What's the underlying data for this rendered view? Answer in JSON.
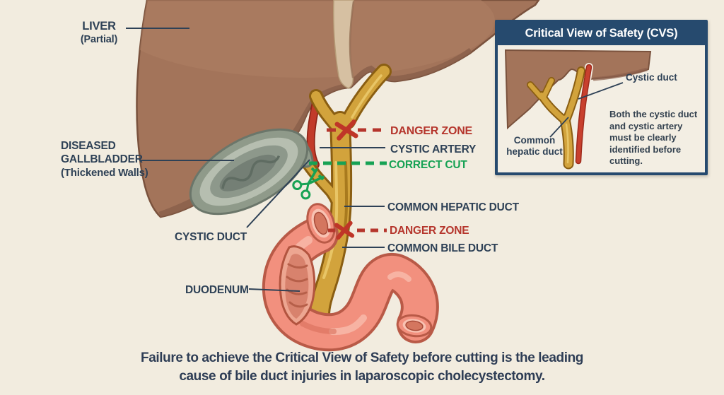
{
  "labels": {
    "liver_1": "LIVER",
    "liver_2": "(Partial)",
    "gb_1": "DISEASED",
    "gb_2": "GALLBLADDER",
    "gb_3": "(Thickened Walls)",
    "cystic_duct": "CYSTIC DUCT",
    "duodenum": "DUODENUM",
    "danger_upper": "DANGER ZONE",
    "cystic_artery": "CYSTIC ARTERY",
    "correct_cut": "CORRECT CUT",
    "common_hepatic": "COMMON HEPATIC DUCT",
    "danger_lower": "DANGER ZONE",
    "common_bile": "COMMON BILE DUCT"
  },
  "inset": {
    "title": "Critical View of Safety (CVS)",
    "cystic_duct": "Cystic duct",
    "common_hepatic": "Common hepatic duct",
    "note": "Both the cystic duct and cystic artery must be clearly identified before cutting."
  },
  "caption": {
    "line1": "Failure to achieve the Critical View of Safety before cutting is the leading",
    "line2": "cause of bile duct injuries in laparoscopic cholecystectomy."
  },
  "colors": {
    "background": "#f2ecdf",
    "label_navy": "#2e4156",
    "danger_red": "#b5352c",
    "correct_green": "#17a254",
    "inset_navy": "#264a6e",
    "liver_brown": "#a3745a",
    "duct_gold": "#d2a33c",
    "artery_red": "#c23b2a",
    "gallbladder_gray": "#8f9a8a",
    "duodenum_pink": "#f2907e"
  }
}
